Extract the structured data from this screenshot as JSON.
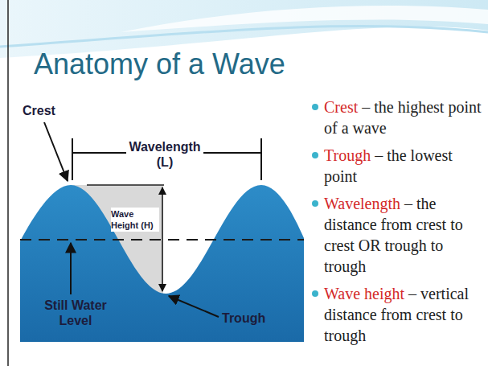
{
  "diagram": {
    "title": "Anatomy of a Wave",
    "labels": [
      "Crest",
      "Wavelength (L)",
      "Wave Height (H)",
      "Still Water Level",
      "Trough",
      "Crest",
      "– the highest point of a wave",
      "Trough",
      "– the lowest point",
      "Wavelength",
      "– the distance from crest to crest OR trough to trough",
      "Wave height",
      "– vertical distance from crest to trough"
    ]
  }
}
